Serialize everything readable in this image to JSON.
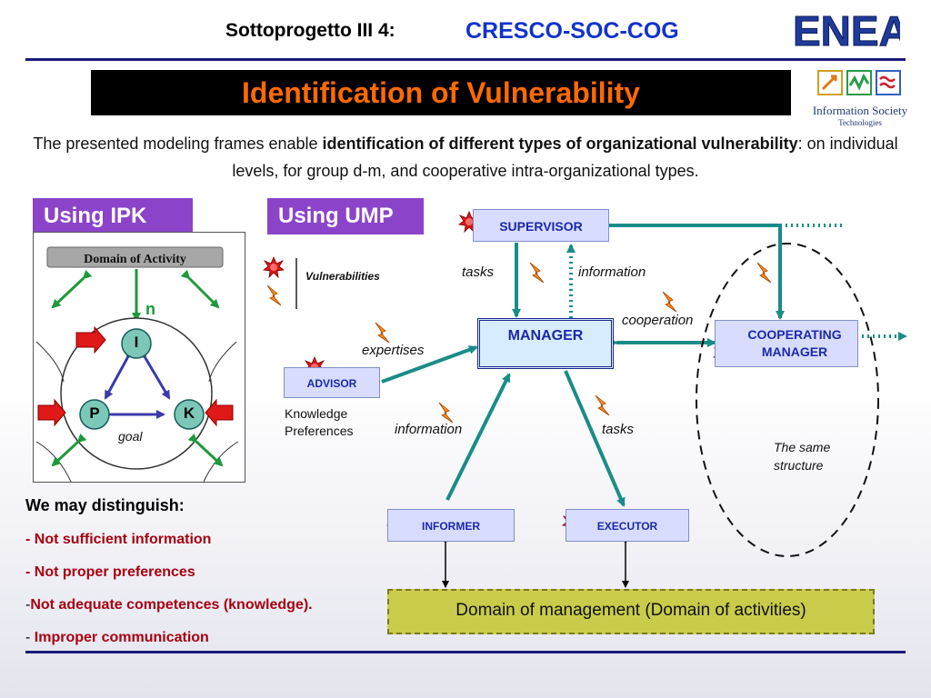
{
  "header": {
    "subproject": "Sottoprogetto III 4",
    "project": "CRESCO-SOC-COG",
    "title": "Identification of Vulnerability"
  },
  "logos": {
    "enea": "ENEA",
    "info_society_line1": "Information Society",
    "info_society_line2": "Technologies"
  },
  "intro": {
    "part1": "The presented modeling frames enable ",
    "bold": "identification of different types of organizational vulnerability",
    "part2": ": on individual levels, for group d-m,  and  cooperative intra-organizational types."
  },
  "tabs": {
    "ipk": "Using IPK",
    "ump": "Using UMP"
  },
  "ipk": {
    "domain_label": "Domain of Activity",
    "n_label": "n",
    "node_i": "I",
    "node_p": "P",
    "node_k": "K",
    "goal": "goal"
  },
  "legend": {
    "vulnerabilities": "Vulnerabilities"
  },
  "ump": {
    "supervisor": "SUPERVISOR",
    "manager": "MANAGER",
    "advisor": "ADVISOR",
    "informer": "INFORMER",
    "executor": "EXECUTOR",
    "cooperating_manager": "COOPERATING MANAGER",
    "tasks_top": "tasks",
    "information_top": "information",
    "cooperation": "cooperation",
    "expertises": "expertises",
    "knowledge_preferences": "Knowledge Preferences",
    "information_bottom": "information",
    "tasks_bottom": "tasks",
    "same_structure": "The same structure",
    "domain_management": "Domain of management (Domain of activities)"
  },
  "distinguish": {
    "heading": "We may distinguish:",
    "items": [
      "- Not sufficient information",
      "- Not proper preferences",
      "Not adequate competences (knowledge).",
      "Improper communication"
    ],
    "prefix3": "-",
    "prefix4": "- "
  },
  "colors": {
    "title_bg": "#000000",
    "title_text": "#ff6a00",
    "tab_bg": "#8b44c9",
    "arrow_teal": "#1a8c88",
    "box_fill": "#d8dcff",
    "list_red": "#a80010",
    "domain_fill": "#c9cc4a"
  }
}
